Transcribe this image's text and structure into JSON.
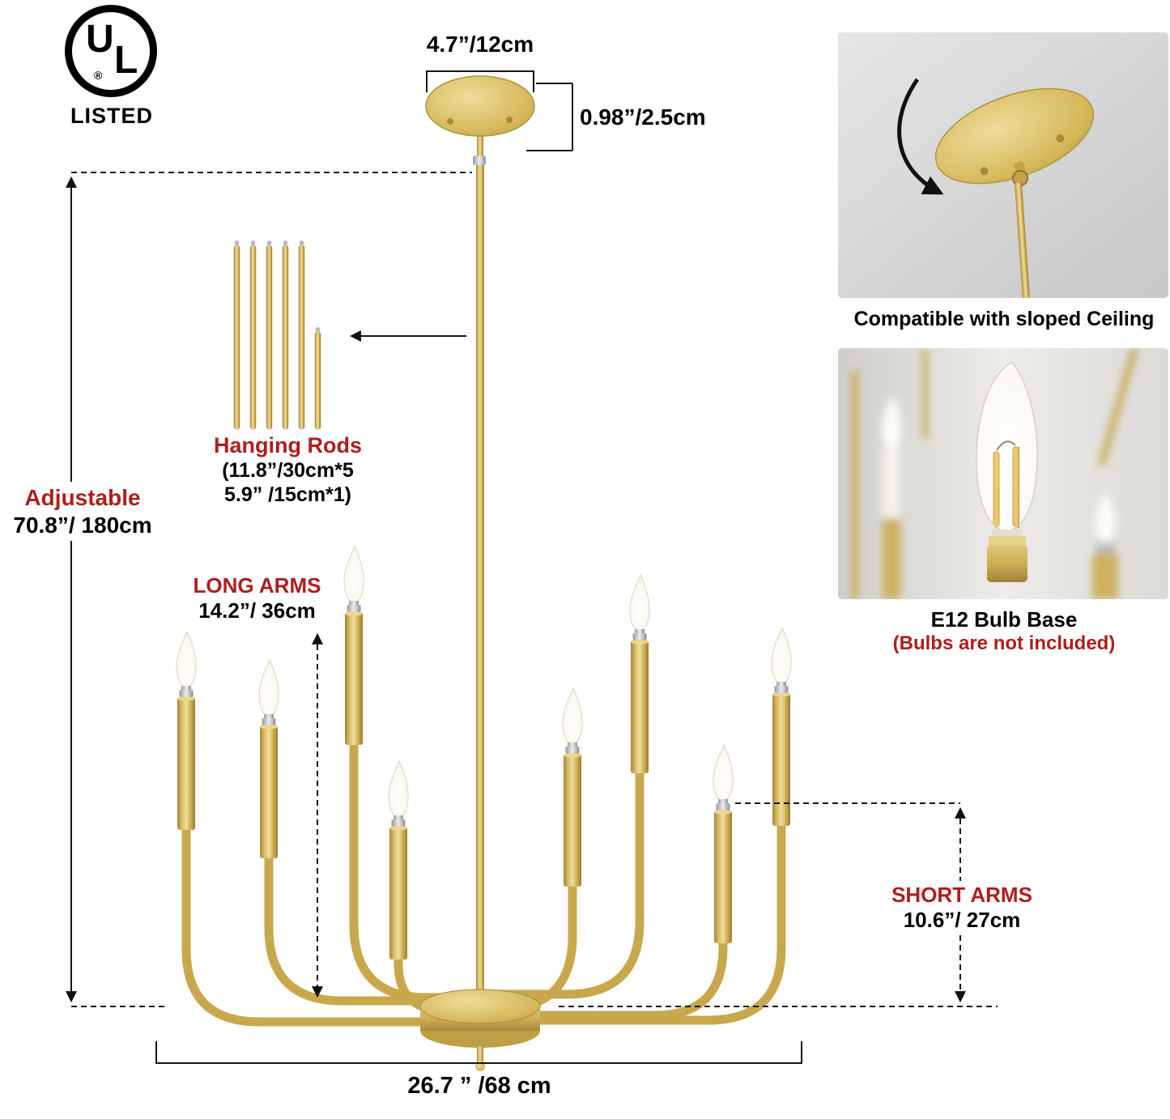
{
  "badge": {
    "brand": "UL",
    "registered": "®",
    "listed": "LISTED"
  },
  "annotations": {
    "canopy_width": "4.7”/12cm",
    "canopy_height": "0.98”/2.5cm",
    "adjustable_label": "Adjustable",
    "adjustable_value": "70.8”/ 180cm",
    "hanging_rods_label": "Hanging Rods",
    "hanging_rods_spec1": "(11.8”/30cm*5",
    "hanging_rods_spec2": "5.9” /15cm*1)",
    "long_arms_label": "LONG ARMS",
    "long_arms_value": "14.2”/ 36cm",
    "short_arms_label": "SHORT ARMS",
    "short_arms_value": "10.6”/ 27cm",
    "overall_width": "26.7 ” /68 cm"
  },
  "insets": {
    "sloped_ceiling_caption": "Compatible with sloped Ceiling",
    "bulb_base_caption": "E12 Bulb Base",
    "bulb_note": "(Bulbs are not included)"
  },
  "colors": {
    "gold": "#d2b258",
    "accent_red": "#b01d1d",
    "text_black": "#000000",
    "inset_background": "#d9d8d6"
  }
}
